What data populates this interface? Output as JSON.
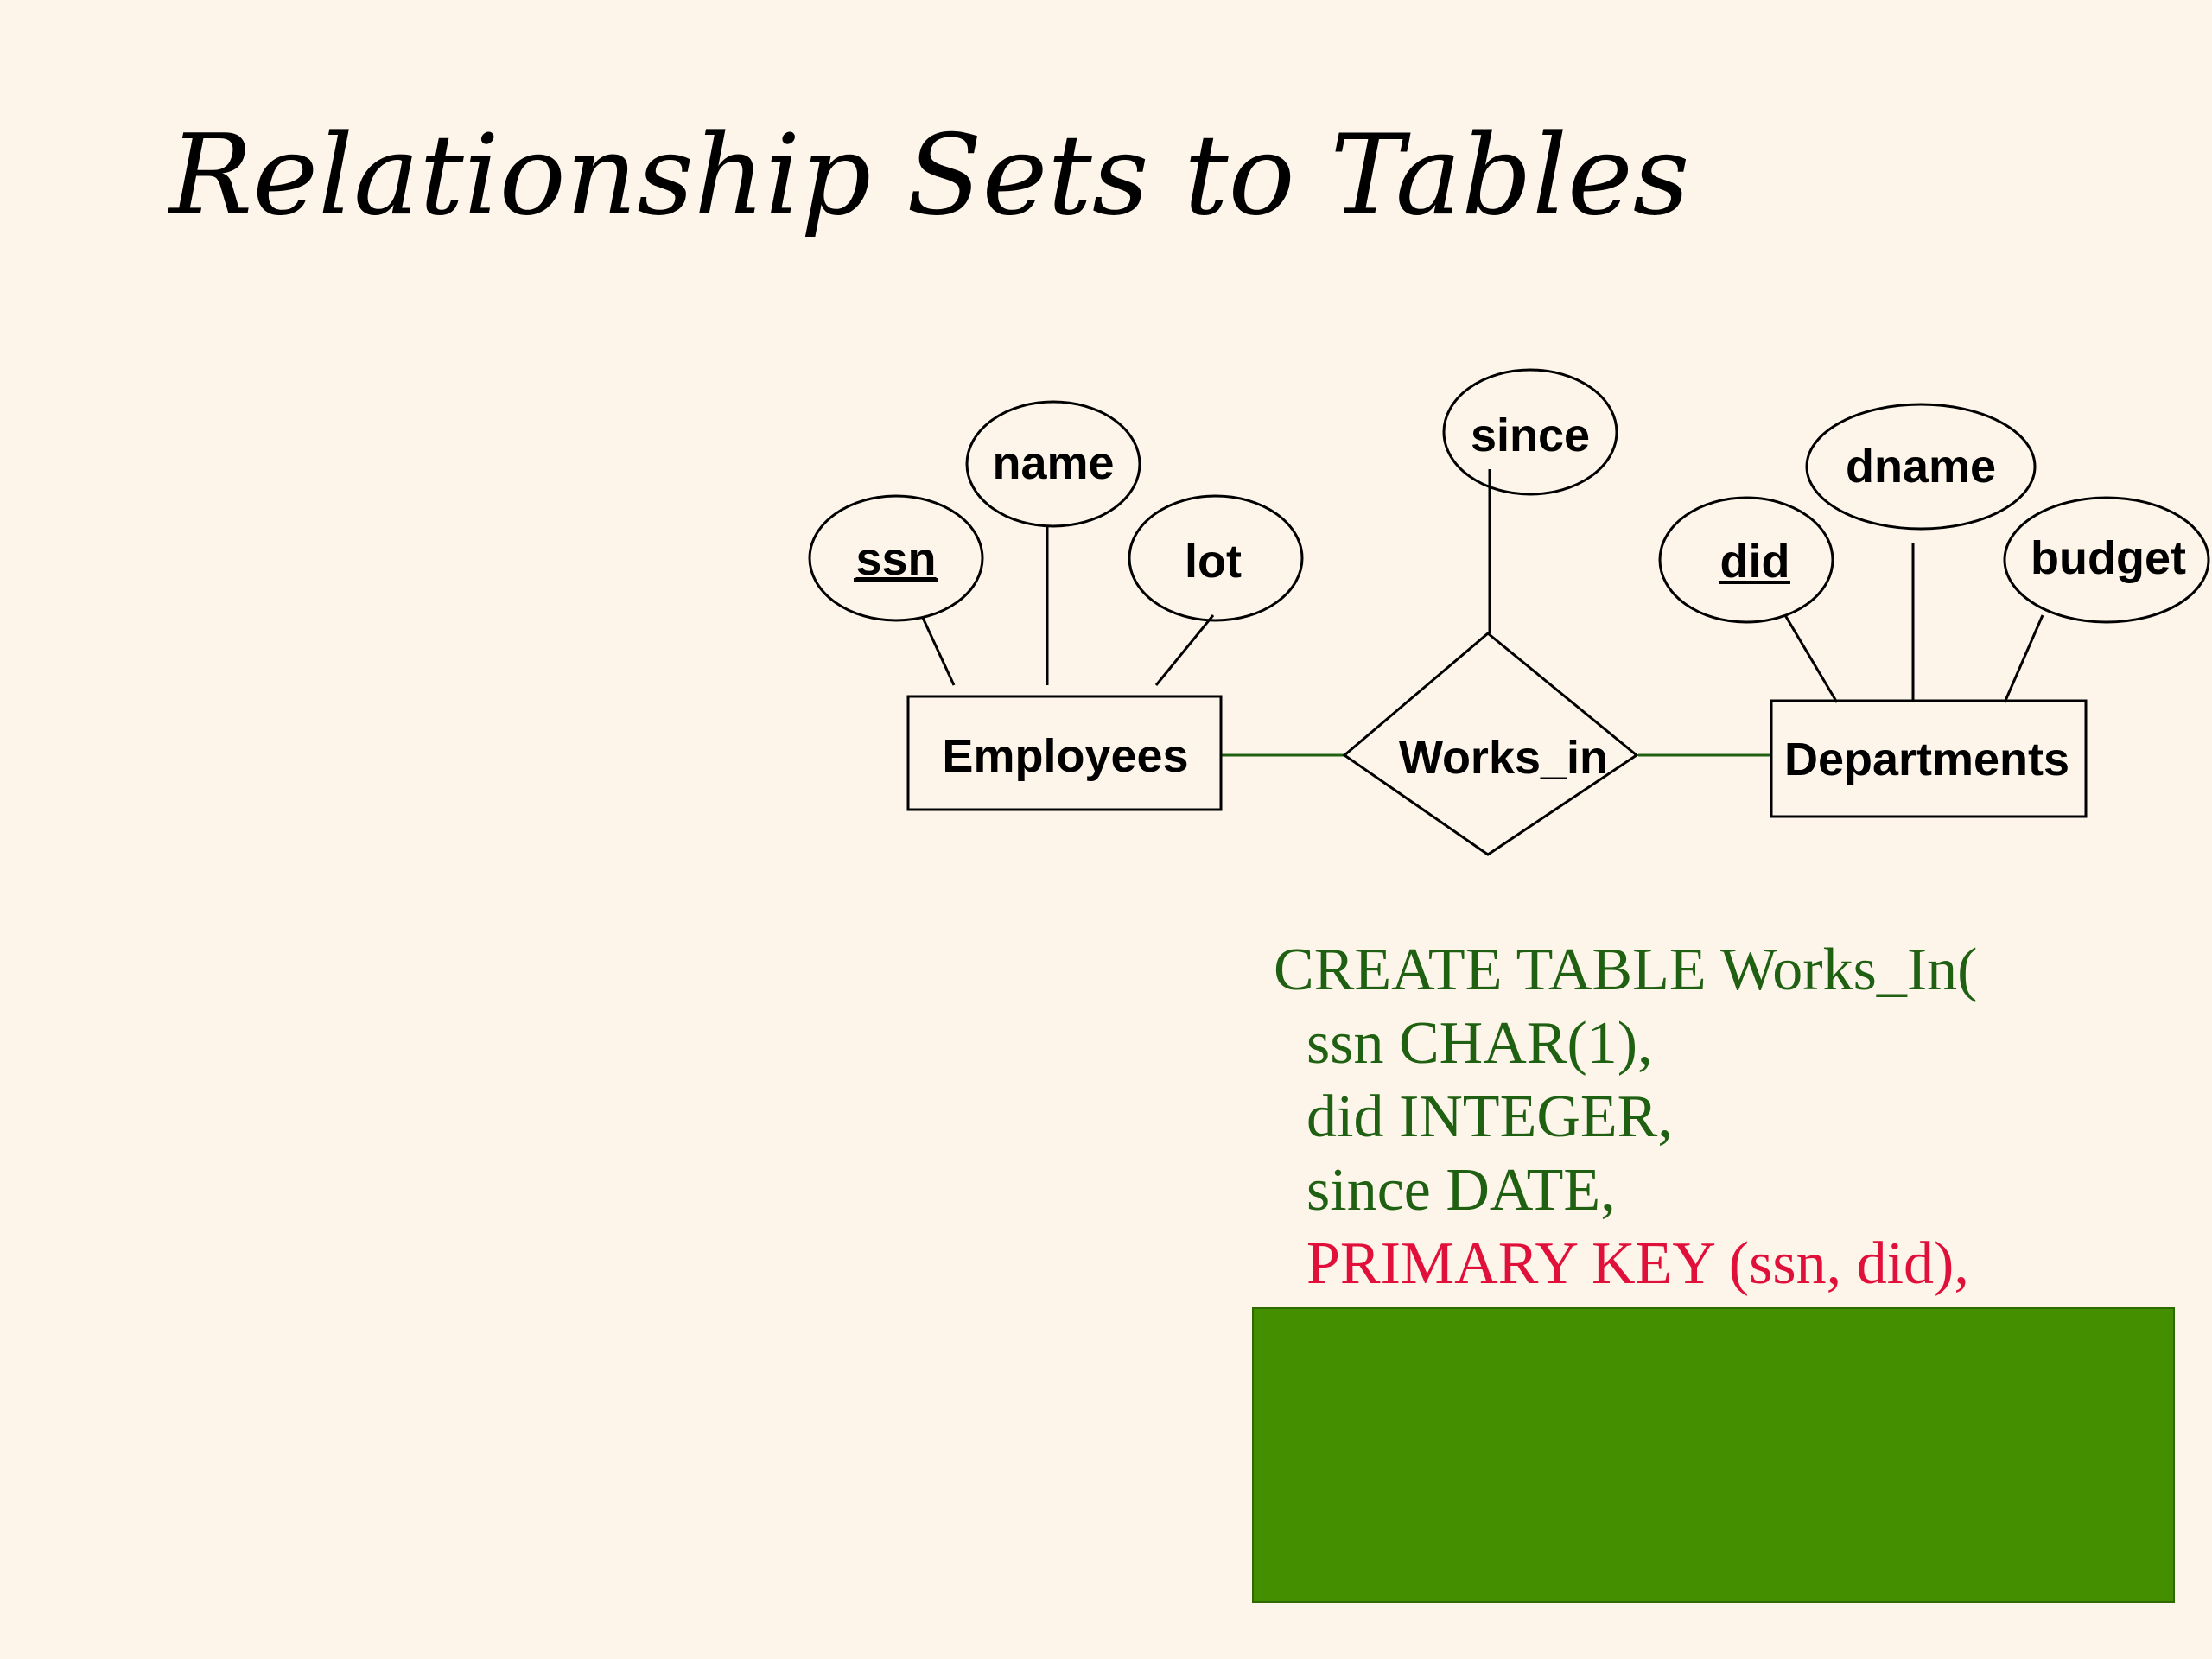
{
  "slide": {
    "title": "Relationship Sets to Tables"
  },
  "diagram": {
    "entities": {
      "employees": "Employees",
      "departments": "Departments"
    },
    "relationship": "Works_in",
    "attributes": {
      "ssn": "ssn",
      "name": "name",
      "lot": "lot",
      "since": "since",
      "did": "did",
      "dname": "dname",
      "budget": "budget"
    },
    "colors": {
      "connector": "#1f6012",
      "outline": "#000000"
    }
  },
  "sql": {
    "line1": "CREATE TABLE Works_In(",
    "line2": "ssn  CHAR(1),",
    "line3": "did  INTEGER,",
    "line4": "since  DATE,",
    "line5": "PRIMARY KEY (ssn, did),",
    "colors": {
      "text": "#1f6012",
      "primary_key": "#e0103a",
      "cover_box": "#438f00"
    }
  }
}
